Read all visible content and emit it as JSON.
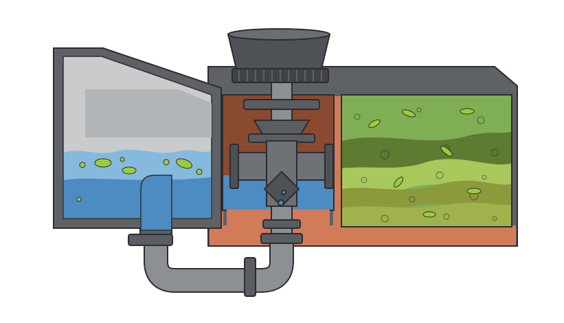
{
  "colors": {
    "wall": "#5e6266",
    "wall_dark": "#3f4347",
    "interior": "#c9cbcd",
    "water_light": "#86b9de",
    "water_dark": "#4c8cc2",
    "terracotta": "#d27b59",
    "chamber_brown": "#8a4a30",
    "pipe": "#8c9094",
    "pipe_dark": "#5a5e62",
    "cap": "#4e5256",
    "soil_layers": [
      "#7fae55",
      "#5d7b31",
      "#a9c85c",
      "#8c9a3c",
      "#9fb24c"
    ],
    "bacteria": "#9ccc3a",
    "outline": "#2b2d30"
  },
  "components": [
    "inlet-tank",
    "distribution-chamber",
    "filter-bed",
    "vent-cap",
    "connecting-pipe"
  ]
}
